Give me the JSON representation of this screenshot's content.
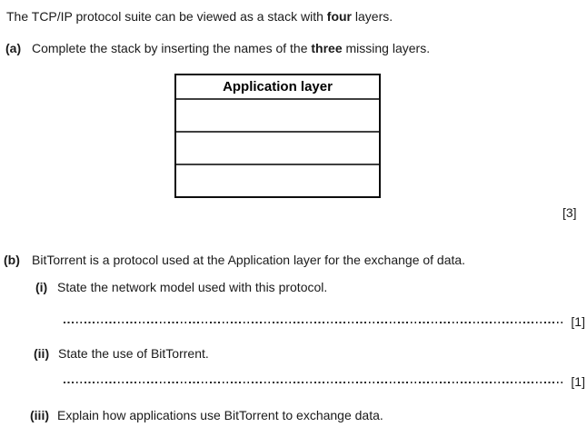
{
  "intro": {
    "text_pre": "The TCP/IP protocol suite can be viewed as a stack with ",
    "text_bold": "four",
    "text_post": " layers."
  },
  "part_a": {
    "label": "(a)",
    "prompt_pre": "Complete the stack by inserting the names of the ",
    "prompt_bold": "three",
    "prompt_post": " missing layers.",
    "marks": "[3]",
    "stack": {
      "header": "Application layer",
      "rows": [
        "",
        "",
        ""
      ]
    }
  },
  "part_b": {
    "label": "(b)",
    "prompt": "BitTorrent is a protocol used at the Application layer for the exchange of data.",
    "questions": [
      {
        "label": "(i)",
        "text": "State the network model used with this protocol.",
        "marks": "[1]",
        "answer": ""
      },
      {
        "label": "(ii)",
        "text": "State the use of BitTorrent.",
        "marks": "[1]",
        "answer": ""
      },
      {
        "label": "(iii)",
        "text": "Explain how applications use BitTorrent to exchange data.",
        "marks": "",
        "answer": ""
      }
    ]
  }
}
